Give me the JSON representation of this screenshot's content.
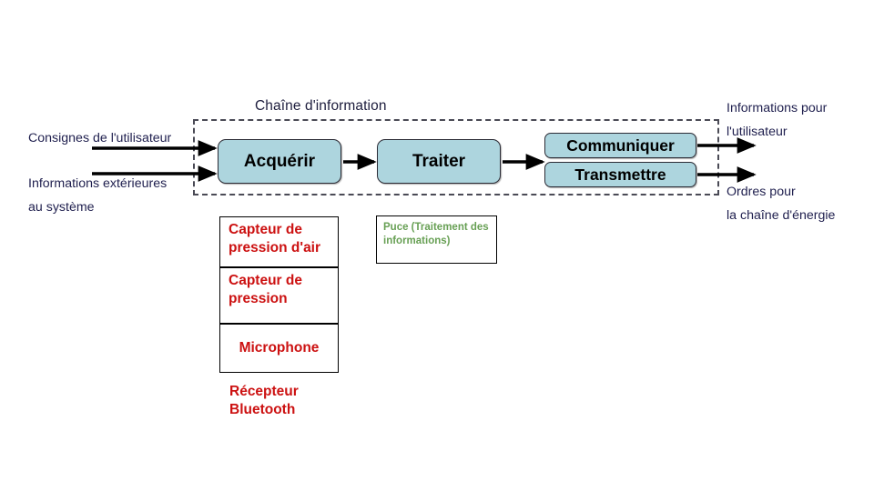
{
  "diagram": {
    "title": "Chaîne d'information",
    "process_boxes": [
      {
        "id": "acquerir",
        "label": "Acquérir"
      },
      {
        "id": "traiter",
        "label": "Traiter"
      },
      {
        "id": "communiquer",
        "label": "Communiquer"
      },
      {
        "id": "transmettre",
        "label": "Transmettre"
      }
    ],
    "inputs": [
      {
        "id": "consignes",
        "line1": "Consignes de l'utilisateur",
        "line2": ""
      },
      {
        "id": "informations",
        "line1": "Informations extérieures",
        "line2": "au système"
      }
    ],
    "outputs": [
      {
        "id": "info-utilisateur",
        "line1": "Informations pour",
        "line2": "l'utilisateur"
      },
      {
        "id": "ordres-energie",
        "line1": "Ordres pour",
        "line2": "la chaîne d'énergie"
      }
    ],
    "components_red": [
      {
        "id": "capteur-pression-air",
        "text": "Capteur de pression d'air"
      },
      {
        "id": "capteur-pression",
        "text": "Capteur de pression"
      },
      {
        "id": "microphone",
        "text": "Microphone"
      }
    ],
    "component_red_loose": {
      "id": "recepteur-bluetooth",
      "text": "Récepteur Bluetooth"
    },
    "component_green": {
      "id": "puce",
      "text": "Puce (Traitement des informations)"
    },
    "colors": {
      "box_fill": "#ADD5DE",
      "box_border": "#2B2B35",
      "label_navy": "#1F1F4E",
      "component_red": "#CC1111",
      "component_green": "#68A055",
      "dashed_border": "#4A4A55",
      "arrow": "#000000"
    }
  }
}
